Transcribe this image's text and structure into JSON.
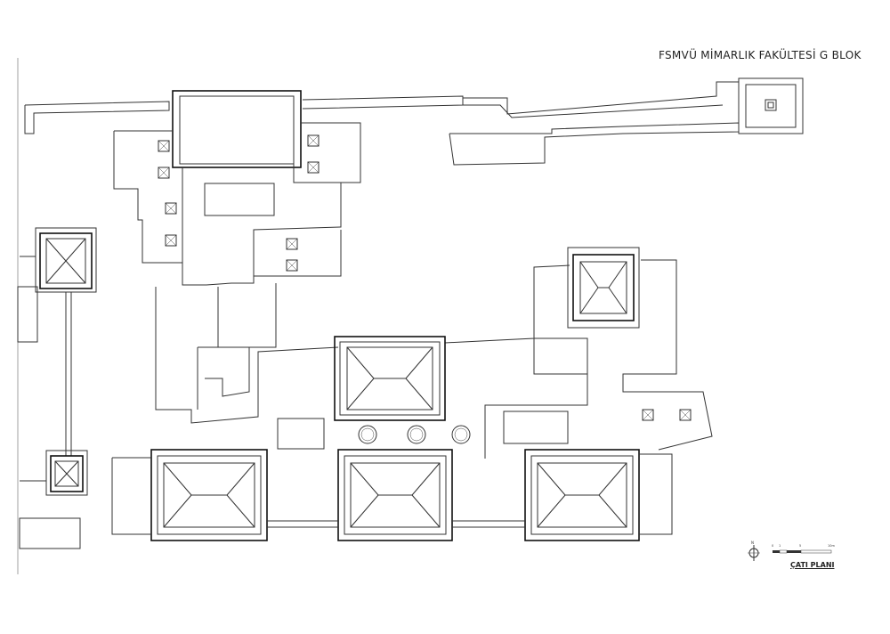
{
  "sheet": {
    "title": "FSMVÜ MİMARLIK FAKÜLTESİ G BLOK",
    "subtitle": "ÇATI PLANI"
  },
  "scale_bar": {
    "labels": [
      "0",
      "1",
      "5",
      "10m"
    ]
  },
  "north_arrow": {
    "label": "N"
  },
  "colors": {
    "line": "#333333",
    "background": "#ffffff"
  }
}
